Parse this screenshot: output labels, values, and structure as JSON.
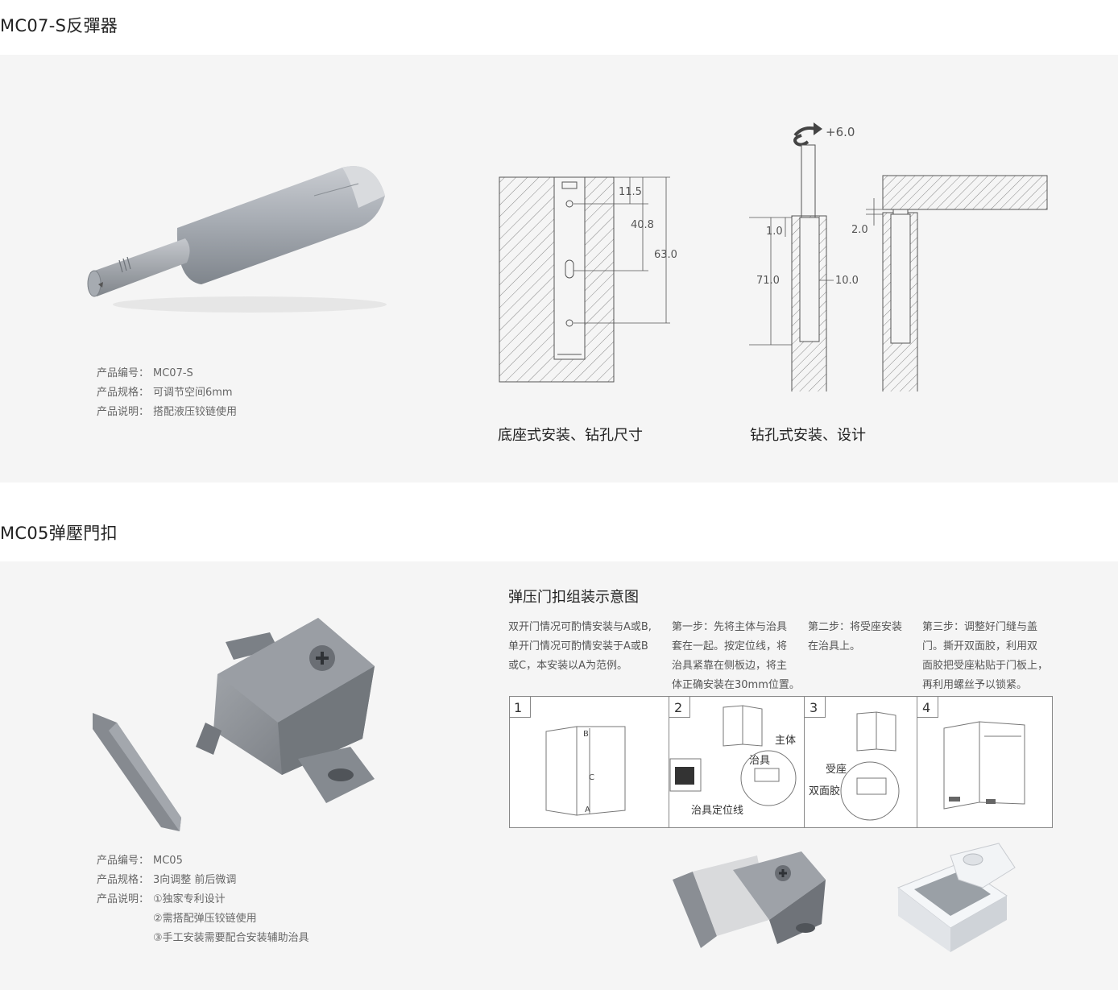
{
  "section1": {
    "title": "MC07-S反彈器",
    "specs": [
      {
        "label": "产品编号：",
        "value": "MC07-S"
      },
      {
        "label": "产品规格：",
        "value": "可调节空间6mm"
      },
      {
        "label": "产品说明：",
        "value": "搭配液压铰链使用"
      }
    ],
    "drawing1": {
      "caption": "底座式安装、钻孔尺寸",
      "dims": [
        "11.5",
        "40.8",
        "63.0"
      ]
    },
    "drawing2": {
      "caption": "钻孔式安装、设计",
      "dims": [
        "+6.0",
        "1.0",
        "71.0",
        "10.0",
        "2.0"
      ]
    }
  },
  "section2": {
    "title": "MC05弹壓門扣",
    "specs": [
      {
        "label": "产品编号：",
        "value": "MC05"
      },
      {
        "label": "产品规格：",
        "value": "3向调整 前后微调"
      },
      {
        "label": "产品说明：",
        "value": "①独家专利设计"
      }
    ],
    "spec_extra": [
      "②需搭配弹压铰链使用",
      "③手工安装需要配合安装辅助治具"
    ],
    "diagram_title": "弹压门扣组装示意图",
    "steps_text": [
      [
        "双开门情况可酌情安装与A或B,",
        "单开门情况可酌情安装于A或B",
        "或C，本安装以A为范例。"
      ],
      [
        "第一步：先将主体与治具",
        "套在一起。按定位线，将",
        "治具紧靠在侧板边，将主",
        "体正确安装在30mm位置。"
      ],
      [
        "第二步：将受座安装",
        "在治具上。"
      ],
      [
        "第三步：调整好门缝与盖",
        "门。撕开双面胶，利用双",
        "面胶把受座粘贴于门板上，",
        "再利用螺丝予以锁紧。"
      ]
    ],
    "step_numbers": [
      "1",
      "2",
      "3",
      "4"
    ],
    "callouts": {
      "a": "A",
      "b": "B",
      "c": "C",
      "main": "主体",
      "jig": "治具",
      "receiver": "受座",
      "tape": "双面胶",
      "jig_line": "治具定位线"
    }
  },
  "colors": {
    "panel": "#f5f5f5",
    "product_gray": "#9ea3aa",
    "dark_gray": "#6e7378"
  }
}
